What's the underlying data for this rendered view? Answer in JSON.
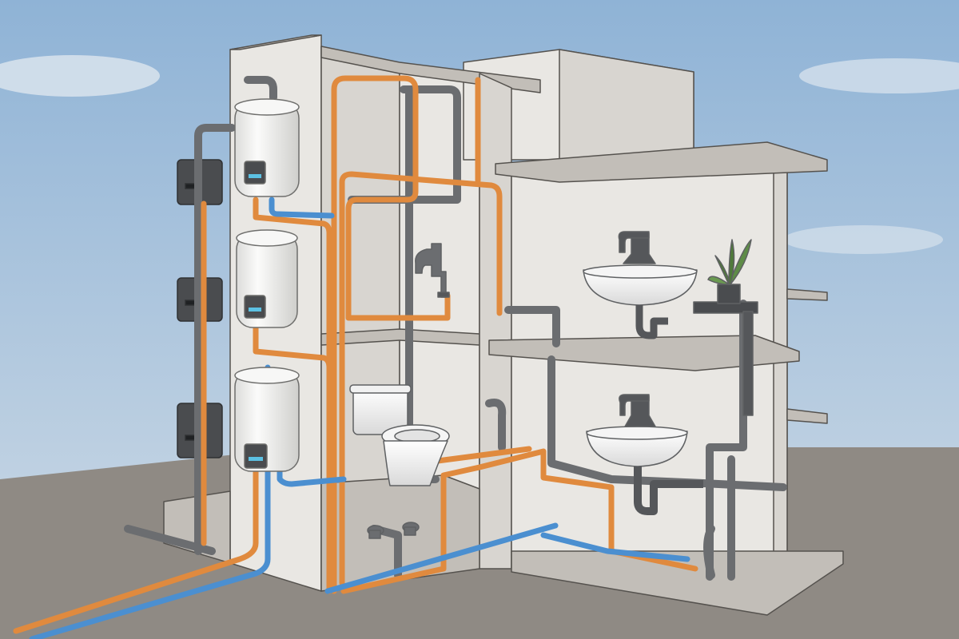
{
  "scene": {
    "subject": "plumbing-cutaway",
    "colors": {
      "sky_top": "#8fb3d6",
      "sky_bottom": "#cfdbe6",
      "ground": "#8f8a84",
      "ground_dark": "#7d7873",
      "wall_light": "#e9e7e3",
      "wall_mid": "#d8d5d0",
      "wall_dark": "#c2beb8",
      "edge": "#55524e",
      "hot_pipe": "#e08a3e",
      "cold_pipe": "#4b8fd0",
      "drain_pipe": "#6b6d70",
      "heater_body": "#f3f3f1",
      "meter_box": "#4a4c4f",
      "fixture": "#ffffff",
      "plant": "#4f7a3a"
    },
    "components": {
      "water_heaters": [
        {
          "name": "upper-water-heater"
        },
        {
          "name": "middle-water-heater"
        },
        {
          "name": "lower-water-heater"
        }
      ],
      "meter_boxes": [
        {
          "name": "upper-meter-box"
        },
        {
          "name": "middle-meter-box"
        },
        {
          "name": "lower-meter-box"
        }
      ],
      "fixtures": [
        {
          "name": "wall-faucet"
        },
        {
          "name": "toilet"
        },
        {
          "name": "upper-sink"
        },
        {
          "name": "lower-sink"
        },
        {
          "name": "floor-valves"
        },
        {
          "name": "potted-plant"
        }
      ]
    }
  }
}
